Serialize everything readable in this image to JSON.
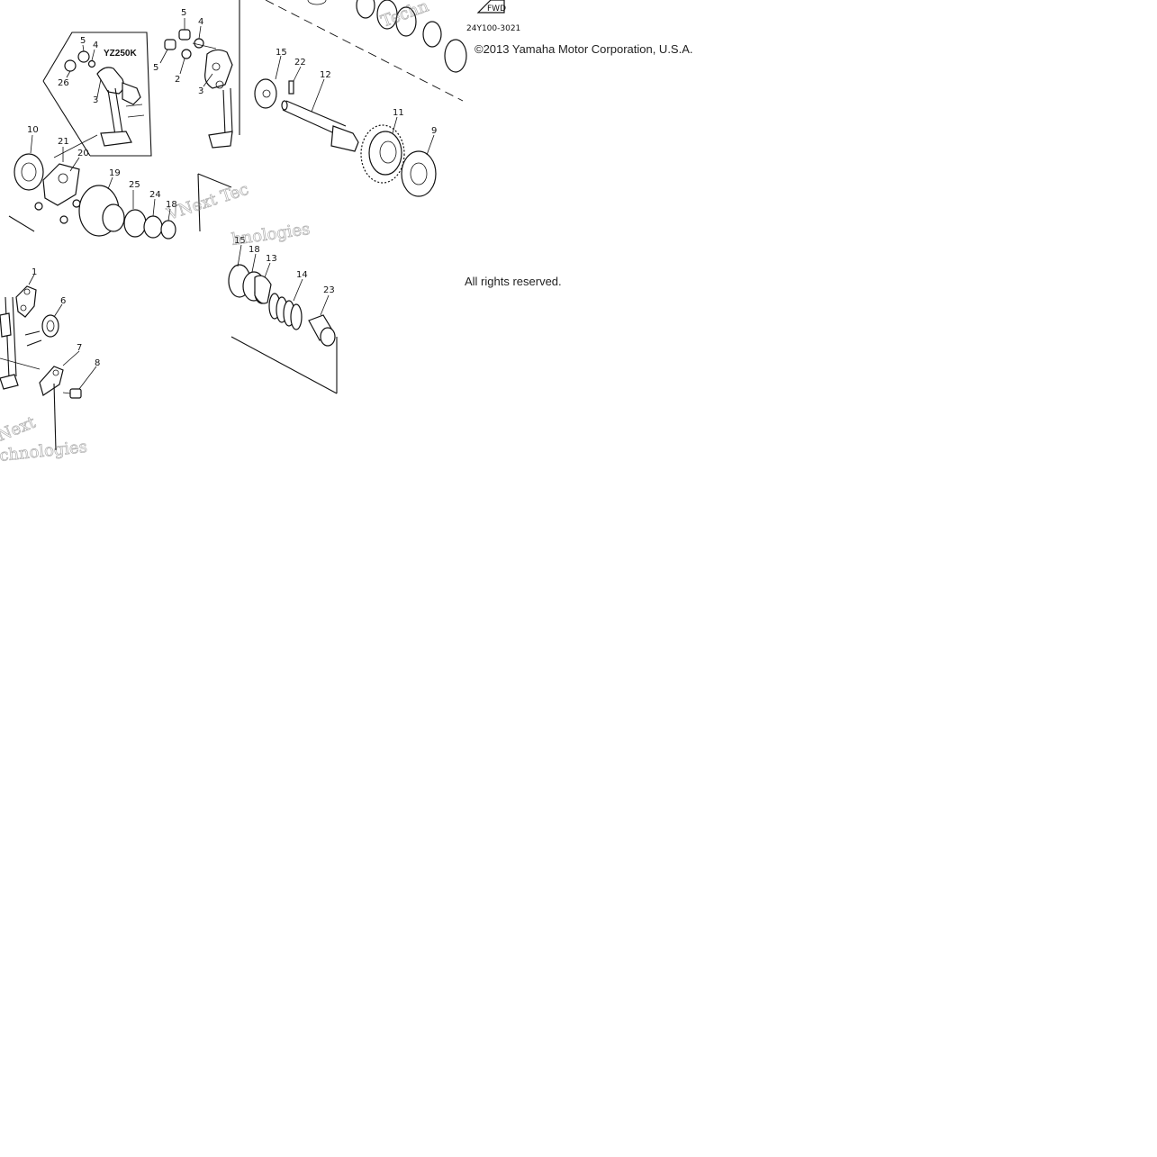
{
  "diagram": {
    "callouts": {
      "c5a": "5",
      "c4a": "4",
      "c5b": "5",
      "c4b": "4",
      "c5c": "5",
      "c2": "2",
      "c3a": "3",
      "c26": "26",
      "c3b": "3",
      "c10": "10",
      "c21": "21",
      "c20": "20",
      "c19": "19",
      "c25": "25",
      "c24": "24",
      "c18a": "18",
      "c15a": "15",
      "c22": "22",
      "c12": "12",
      "c11": "11",
      "c9": "9",
      "c15b": "15",
      "c18b": "18",
      "c13": "13",
      "c14": "14",
      "c23": "23",
      "c1": "1",
      "c6": "6",
      "c7": "7",
      "c8": "8"
    },
    "model_label": "YZ250K",
    "fwd_label": "FWD",
    "drawing_code": "24Y100-3021",
    "watermarks": {
      "w1": "VNext Tec",
      "w2": "hnologies",
      "w3": "Next",
      "w4": "chnologies",
      "w5": "Techn"
    }
  },
  "footer": {
    "copyright": "©2013 Yamaha Motor Corporation, U.S.A.",
    "rights": "All rights reserved."
  }
}
